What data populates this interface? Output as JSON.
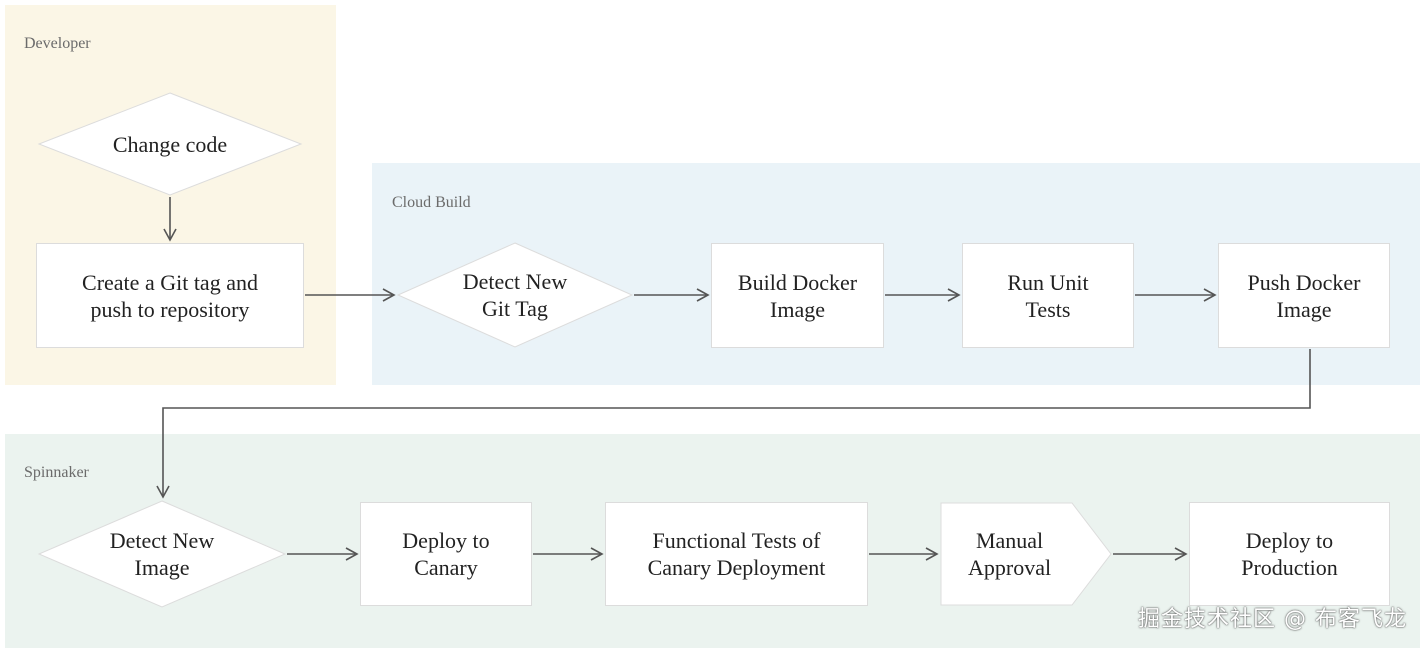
{
  "colors": {
    "developer_lane": "#fbf6e6",
    "cloud_build_lane": "#eaf3f8",
    "spinnaker_lane": "#ebf3ef",
    "node_fill": "#ffffff",
    "node_border": "#dcdcdc",
    "arrow": "#555555"
  },
  "lanes": {
    "developer": {
      "label": "Developer"
    },
    "cloud_build": {
      "label": "Cloud Build"
    },
    "spinnaker": {
      "label": "Spinnaker"
    }
  },
  "nodes": {
    "change_code": {
      "label": "Change code",
      "shape": "diamond"
    },
    "create_git_tag": {
      "label": "Create a Git tag and\npush to repository",
      "shape": "rectangle"
    },
    "detect_new_git_tag": {
      "label": "Detect New\nGit Tag",
      "shape": "diamond"
    },
    "build_docker_image": {
      "label": "Build Docker\nImage",
      "shape": "rectangle"
    },
    "run_unit_tests": {
      "label": "Run Unit\nTests",
      "shape": "rectangle"
    },
    "push_docker_image": {
      "label": "Push Docker\nImage",
      "shape": "rectangle"
    },
    "detect_new_image": {
      "label": "Detect New\nImage",
      "shape": "diamond"
    },
    "deploy_to_canary": {
      "label": "Deploy to\nCanary",
      "shape": "rectangle"
    },
    "functional_tests": {
      "label": "Functional Tests of\nCanary Deployment",
      "shape": "rectangle"
    },
    "manual_approval": {
      "label": "Manual\nApproval",
      "shape": "pentagon-arrow"
    },
    "deploy_to_production": {
      "label": "Deploy to\nProduction",
      "shape": "rectangle"
    }
  },
  "edges": [
    {
      "from": "change_code",
      "to": "create_git_tag"
    },
    {
      "from": "create_git_tag",
      "to": "detect_new_git_tag"
    },
    {
      "from": "detect_new_git_tag",
      "to": "build_docker_image"
    },
    {
      "from": "build_docker_image",
      "to": "run_unit_tests"
    },
    {
      "from": "run_unit_tests",
      "to": "push_docker_image"
    },
    {
      "from": "push_docker_image",
      "to": "detect_new_image"
    },
    {
      "from": "detect_new_image",
      "to": "deploy_to_canary"
    },
    {
      "from": "deploy_to_canary",
      "to": "functional_tests"
    },
    {
      "from": "functional_tests",
      "to": "manual_approval"
    },
    {
      "from": "manual_approval",
      "to": "deploy_to_production"
    }
  ],
  "watermark": "掘金技术社区 @ 布客飞龙"
}
